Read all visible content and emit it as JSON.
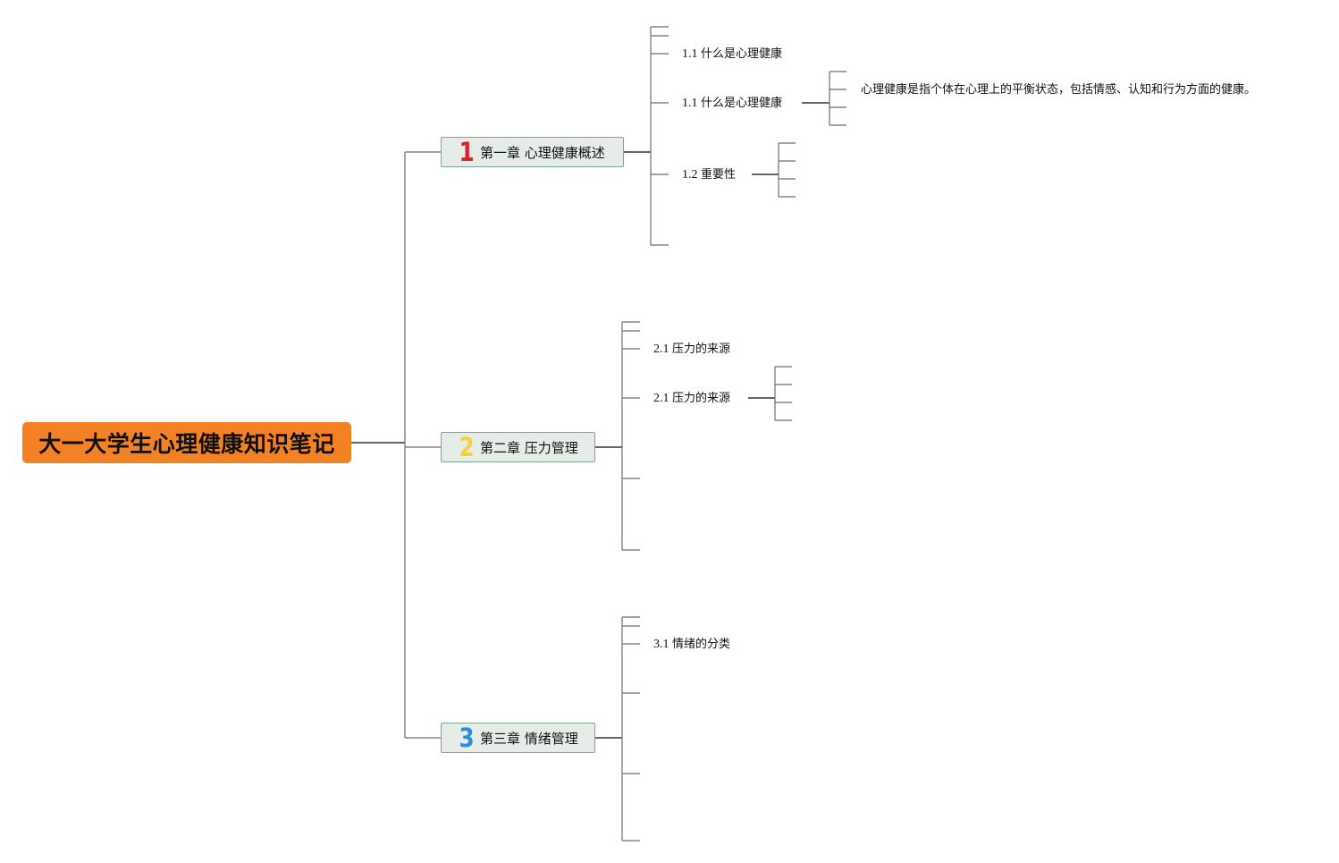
{
  "mindmap": {
    "root": "大一大学生心理健康知识笔记",
    "chapters": [
      {
        "marker": "1",
        "marker_color": "#d9262c",
        "label": "第一章 心理健康概述",
        "topics": [
          {
            "num": "1.1",
            "label": "什么是心理健康"
          },
          {
            "num": "1.1",
            "label": "什么是心理健康",
            "detail": "心理健康是指个体在心理上的平衡状态，包括情感、认知和行为方面的健康。"
          },
          {
            "num": "1.2",
            "label": "重要性"
          }
        ]
      },
      {
        "marker": "2",
        "marker_color": "#f6d23a",
        "label": "第二章 压力管理",
        "topics": [
          {
            "num": "2.1",
            "label": "压力的来源"
          },
          {
            "num": "2.1",
            "label": "压力的来源"
          }
        ]
      },
      {
        "marker": "3",
        "marker_color": "#2e8fd8",
        "label": "第三章 情绪管理",
        "topics": [
          {
            "num": "3.1",
            "label": "情绪的分类"
          }
        ]
      }
    ],
    "colors": {
      "root_fill": "#f48224",
      "chapter_fill": "#e6ece8",
      "chapter_border": "#7aa892",
      "connector": "#6e6e6e"
    }
  }
}
